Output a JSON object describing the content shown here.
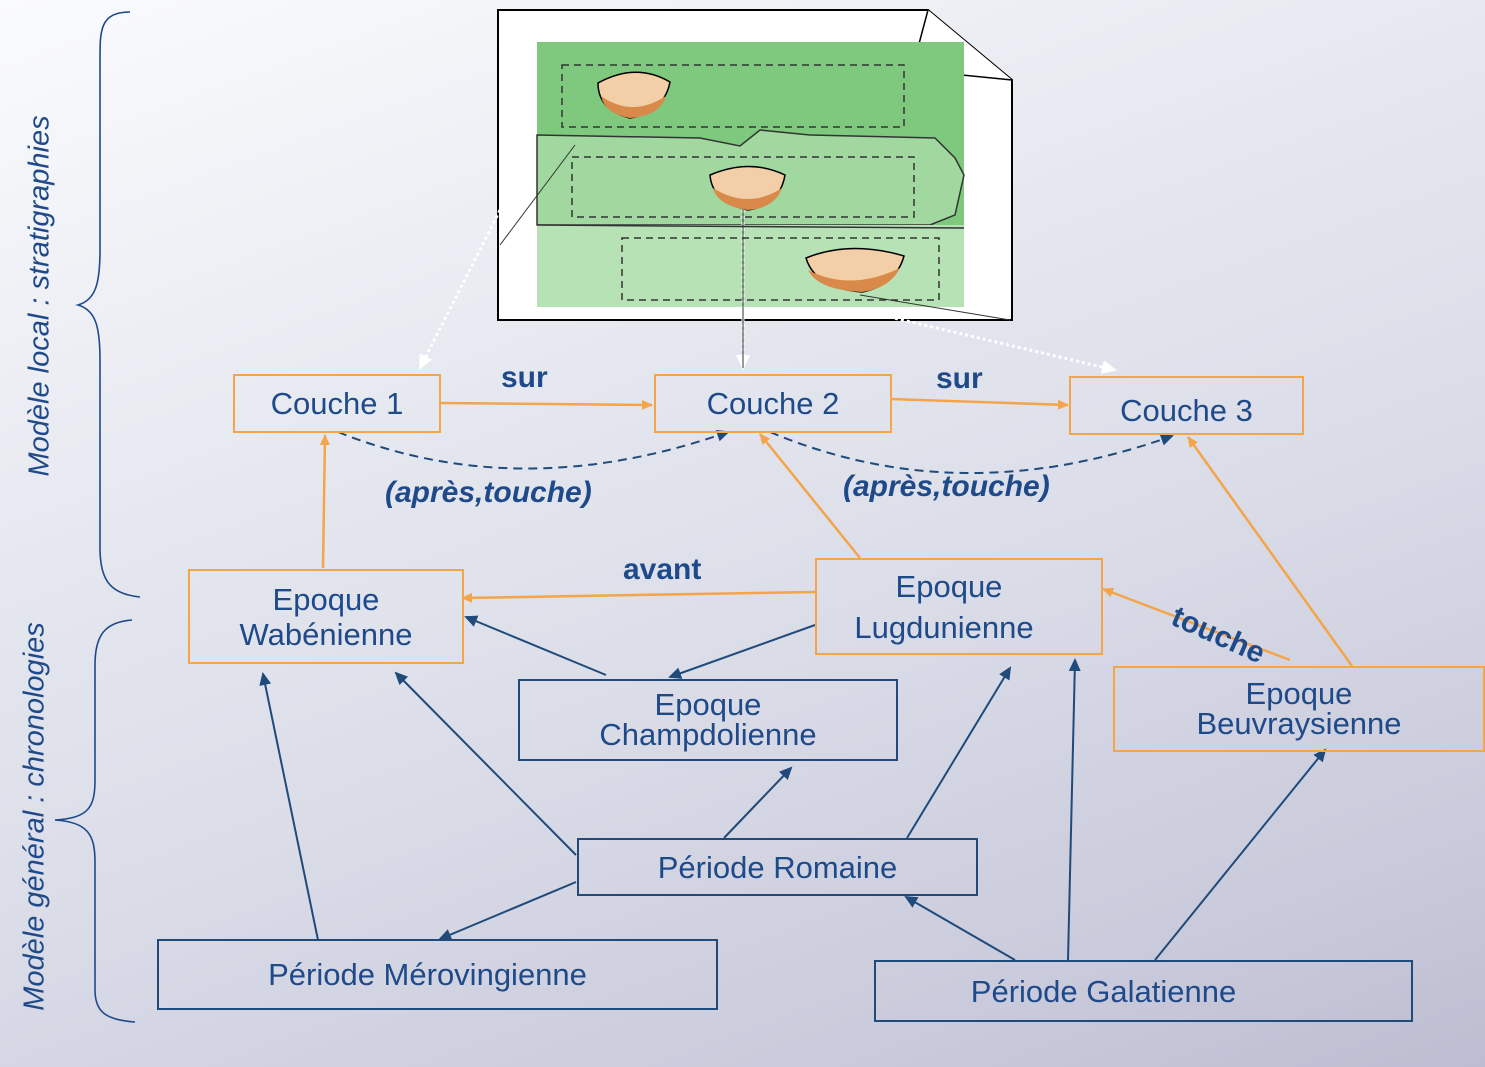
{
  "side_labels": {
    "local": "Modèle local : stratigraphies",
    "general": "Modèle général : chronologies"
  },
  "layers": {
    "couche1": "Couche 1",
    "couche2": "Couche 2",
    "couche3": "Couche 3"
  },
  "epochs": {
    "wabenienne": [
      "Epoque",
      "Wabénienne"
    ],
    "lugdunienne": [
      "Epoque",
      "Lugdunienne"
    ],
    "champdolienne": [
      "Epoque",
      "Champdolienne"
    ],
    "beuvraysienne": [
      "Epoque",
      "Beuvraysienne"
    ]
  },
  "periods": {
    "romaine": "Période Romaine",
    "merovingienne": "Période Mérovingienne",
    "galatienne": "Période Galatienne"
  },
  "relations": {
    "sur_1": "sur",
    "sur_2": "sur",
    "apres_touche_1": "(après,touche)",
    "apres_touche_2": "(après,touche)",
    "avant": "avant",
    "touche": "touche"
  },
  "colors": {
    "local_border": "#f4a449",
    "general_border": "#1f4a7a",
    "text": "#1f4a8a",
    "soil_top": "#7ec97e",
    "soil_mid": "#a0d8a0",
    "soil_low": "#b6e2b6",
    "pot_fill": "#f2cfa6",
    "pot_rim": "#d9894a"
  }
}
